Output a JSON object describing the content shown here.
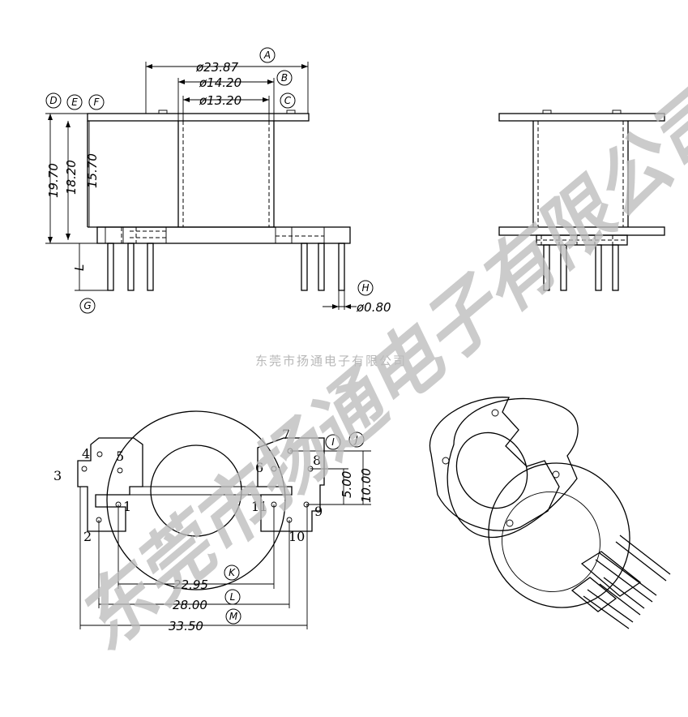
{
  "top_view": {
    "dims": {
      "a": "ø23.87",
      "b": "ø14.20",
      "c": "ø13.20",
      "h1": "19.70",
      "h2": "18.20",
      "h3": "15.70",
      "pin_len": "L",
      "pin_dia": "ø0.80"
    },
    "markers": {
      "a": "A",
      "b": "B",
      "c": "C",
      "d": "D",
      "e": "E",
      "f": "F",
      "g": "G",
      "h": "H"
    }
  },
  "bottom_view": {
    "dims": {
      "i": "5.00",
      "j": "10.00",
      "k": "22.95",
      "l": "28.00",
      "m": "33.50"
    },
    "markers": {
      "i": "I",
      "j": "J",
      "k": "K",
      "l": "L",
      "m": "M"
    },
    "pins": [
      "1",
      "2",
      "3",
      "4",
      "5",
      "6",
      "7",
      "8",
      "9",
      "10",
      "11"
    ]
  },
  "watermark": {
    "small": "东莞市扬通电子有限公司",
    "big": "东莞市扬通电子有限公司"
  }
}
